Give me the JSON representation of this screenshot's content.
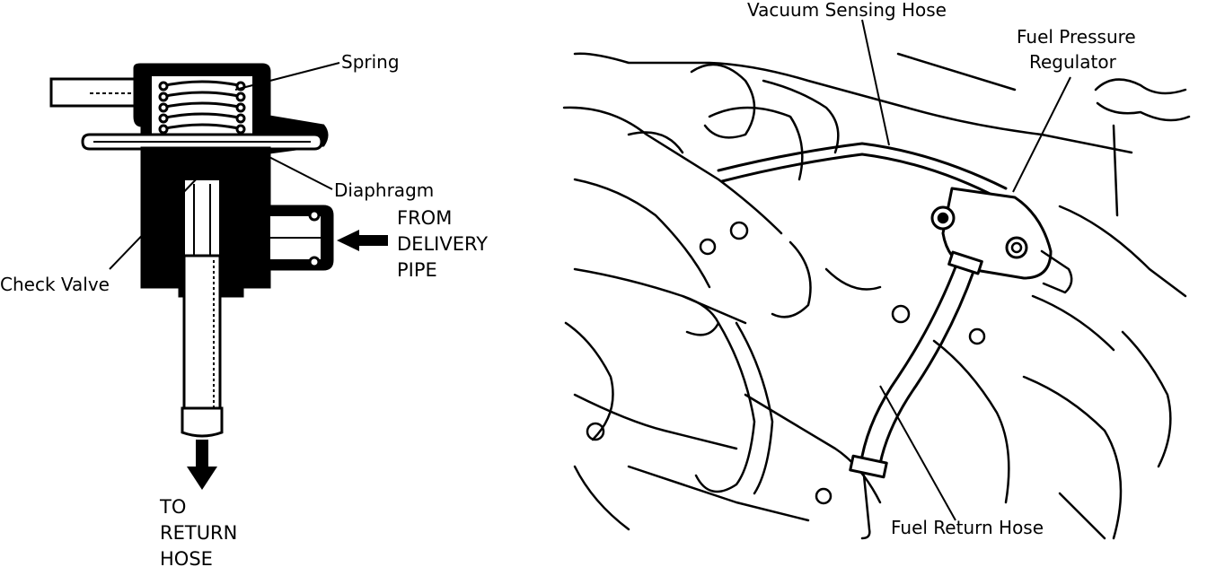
{
  "left_figure": {
    "labels": {
      "spring": "Spring",
      "diaphragm": "Diaphragm",
      "check_valve": "Check Valve",
      "from_line1": "FROM",
      "from_line2": "DELIVERY",
      "from_line3": "PIPE",
      "to_line1": "TO",
      "to_line2": "RETURN",
      "to_line3": "HOSE"
    }
  },
  "right_figure": {
    "labels": {
      "vacuum_hose": "Vacuum Sensing Hose",
      "regulator_line1": "Fuel Pressure",
      "regulator_line2": "Regulator",
      "return_hose": "Fuel Return Hose"
    }
  },
  "colors": {
    "ink": "#000000",
    "paper": "#ffffff"
  }
}
